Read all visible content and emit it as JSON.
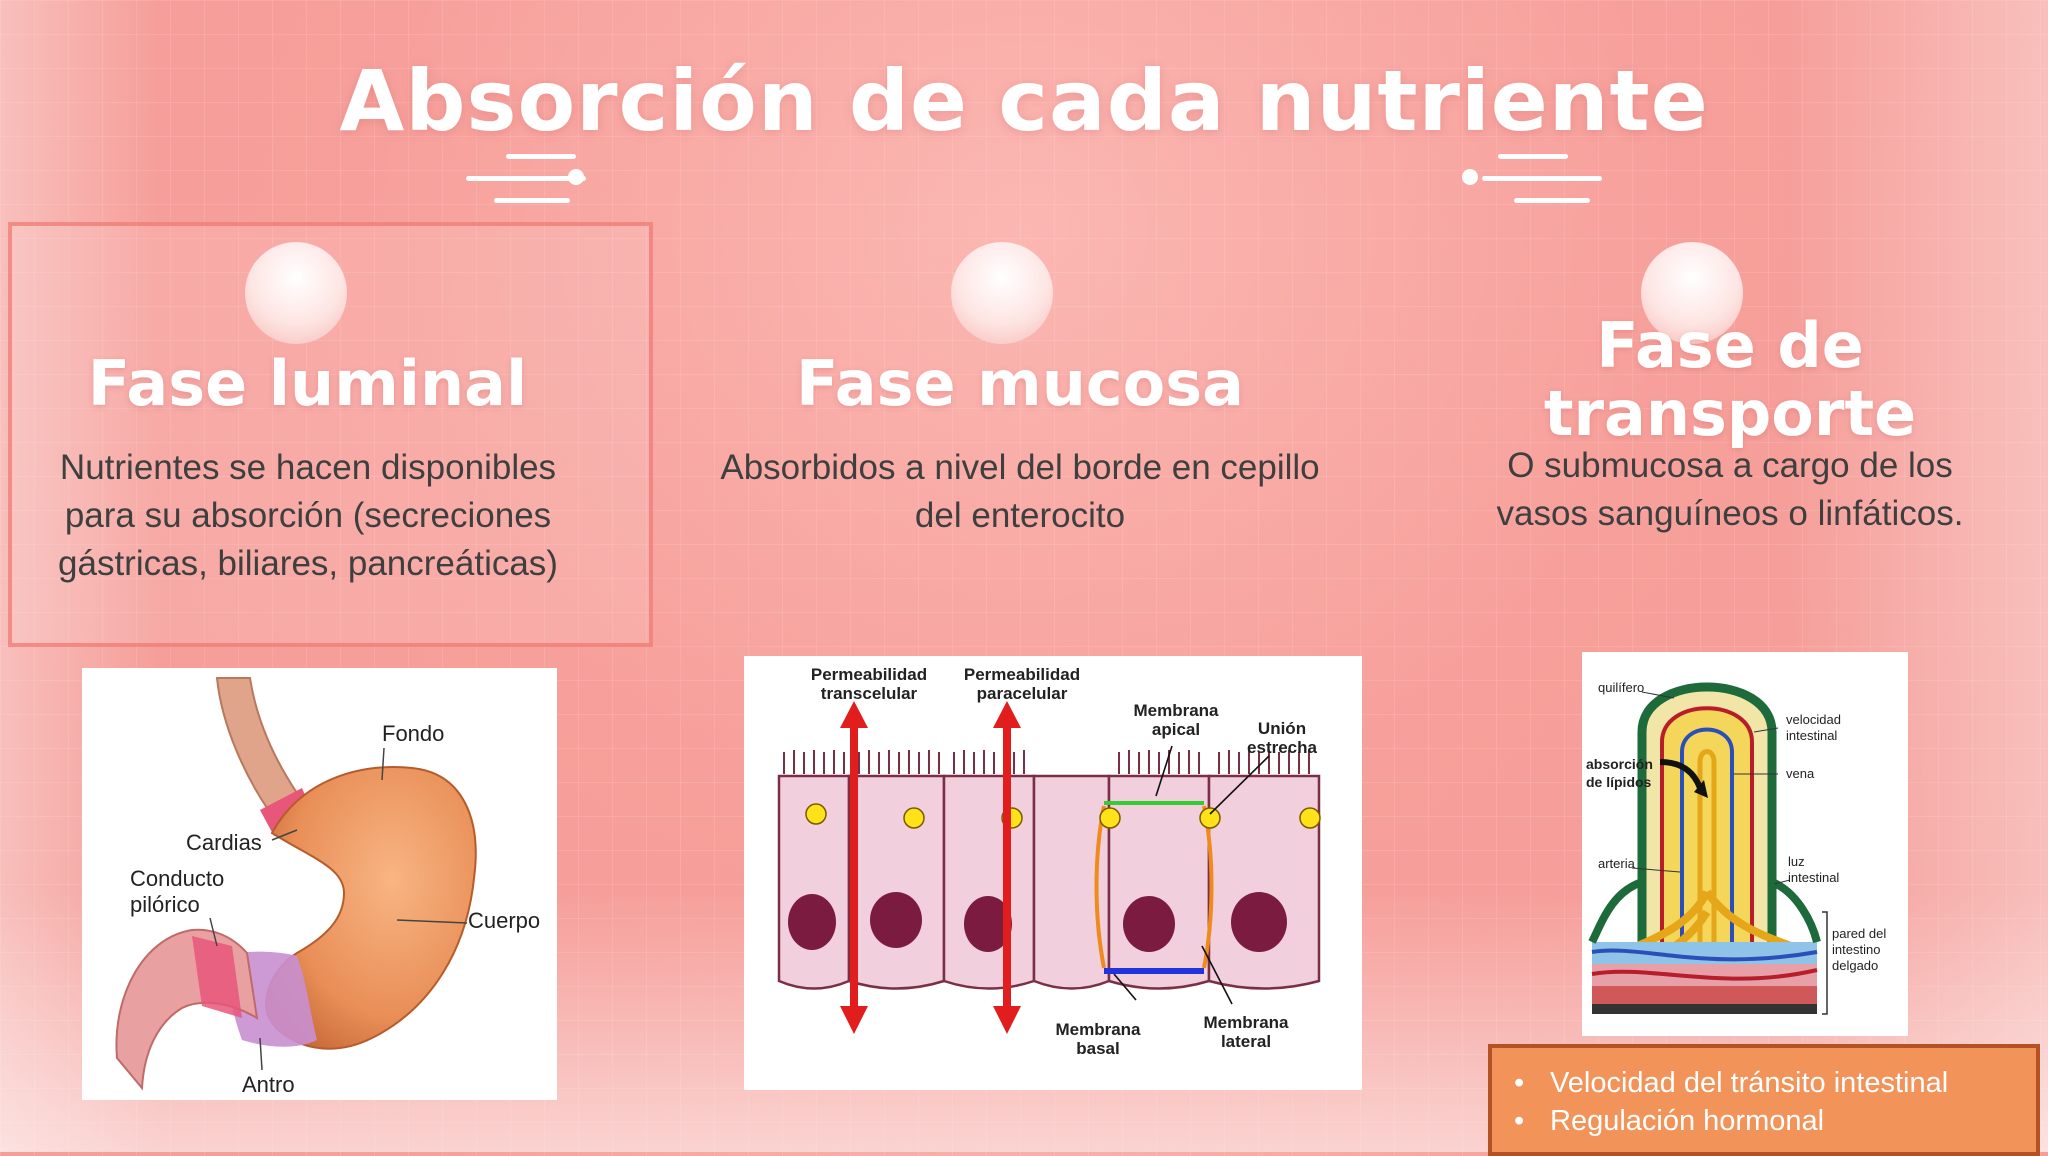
{
  "slide": {
    "title": "Absorción de cada nutriente"
  },
  "phases": [
    {
      "title": "Fase luminal",
      "description": "Nutrientes se hacen disponibles para su absorción (secreciones gástricas, biliares, pancreáticas)"
    },
    {
      "title": "Fase mucosa",
      "description": "Absorbidos a nivel del borde en cepillo del enterocito"
    },
    {
      "title": "Fase de transporte",
      "description": "O submucosa a cargo de los vasos sanguíneos o linfáticos."
    }
  ],
  "stomach_labels": {
    "fondo": "Fondo",
    "cardias": "Cardias",
    "conducto_line1": "Conducto",
    "conducto_line2": "pilórico",
    "cuerpo": "Cuerpo",
    "antro": "Antro"
  },
  "mucosa_labels": {
    "perm_trans_1": "Permeabilidad",
    "perm_trans_2": "transcelular",
    "perm_para_1": "Permeabilidad",
    "perm_para_2": "paracelular",
    "apical_1": "Membrana",
    "apical_2": "apical",
    "union_1": "Unión",
    "union_2": "estrecha",
    "basal_1": "Membrana",
    "basal_2": "basal",
    "lateral_1": "Membrana",
    "lateral_2": "lateral"
  },
  "villus_labels": {
    "quilifero": "quilífero",
    "velocidad_1": "velocidad",
    "velocidad_2": "intestinal",
    "absorcion_1": "absorción",
    "absorcion_2": "de lípidos",
    "vena": "vena",
    "arteria": "arteria",
    "luz_1": "luz",
    "luz_2": "intestinal",
    "pared_1": "pared del",
    "pared_2": "intestino",
    "pared_3": "delgado"
  },
  "factors": {
    "items": [
      "Velocidad del tránsito intestinal",
      "Regulación hormonal"
    ]
  },
  "colors": {
    "background": "#f7a09b",
    "frame": "#f0786f",
    "factors_fill": "#f29359",
    "factors_border": "#b55223",
    "arrow_red": "#e11d1d"
  }
}
